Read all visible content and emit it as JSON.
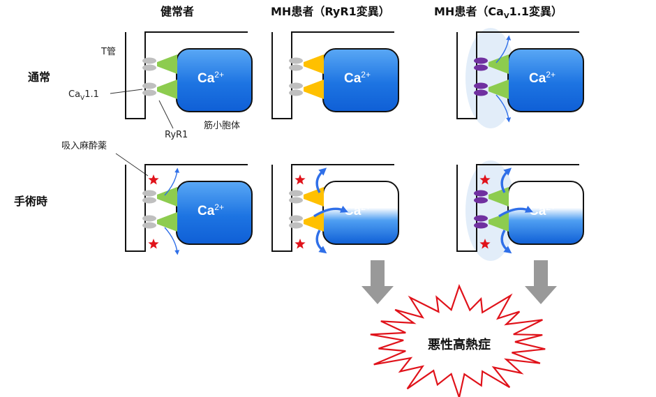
{
  "columns": [
    {
      "title": "健常者",
      "title_sub": ""
    },
    {
      "title": "MH患者（RyR1変異）",
      "title_sub": ""
    },
    {
      "title_prefix": "MH患者（Ca",
      "title_sub": "V",
      "title_suffix": "1.1変異）"
    }
  ],
  "rows": [
    {
      "label": "通常"
    },
    {
      "label": "手術時"
    }
  ],
  "annotations": {
    "t_tubule": "T管",
    "cav_main": "Ca",
    "cav_sub": "V",
    "cav_suffix": "1.1",
    "ryr1": "RyR1",
    "sr": "筋小胞体",
    "anesthetic": "吸入麻酔薬"
  },
  "calcium": {
    "main": "Ca",
    "sup": "2+"
  },
  "outcome": "悪性高熱症",
  "colors": {
    "ryr1_normal": "#8dcc4f",
    "ryr1_mutant": "#ffc000",
    "cav_normal": "#bfbfbf",
    "cav_mutant": "#7030a0",
    "sr_blue": "#1a6fe0",
    "release_arrow": "#2f6fe8",
    "anesthetic_star": "#e0121a",
    "down_arrow": "#999999",
    "burst_stroke": "#e0121a",
    "halo": "#dbe9f7"
  }
}
